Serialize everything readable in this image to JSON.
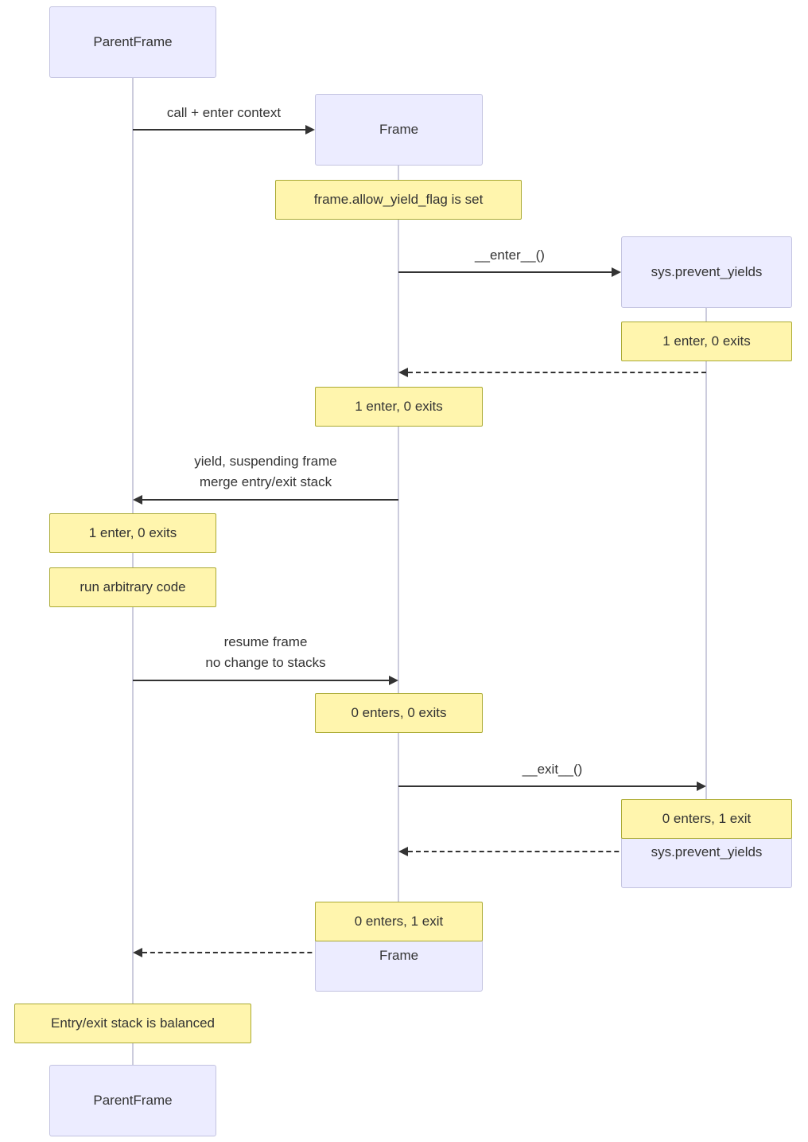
{
  "participants": {
    "parent_top": "ParentFrame",
    "frame_top": "Frame",
    "sys_top": "sys.prevent_yields",
    "sys_bottom": "sys.prevent_yields",
    "frame_bottom": "Frame",
    "parent_bottom": "ParentFrame"
  },
  "messages": {
    "call_enter_context": "call + enter context",
    "enter_call": "__enter__()",
    "yield_line1": "yield, suspending frame",
    "yield_line2": "merge entry/exit stack",
    "resume_line1": "resume frame",
    "resume_line2": "no change to stacks",
    "exit_call": "__exit__()"
  },
  "notes": {
    "flag_set": "frame.allow_yield_flag is set",
    "sys_enter_count": "1 enter, 0 exits",
    "frame_enter_count": "1 enter, 0 exits",
    "parent_enter_count": "1 enter, 0 exits",
    "run_arbitrary_code": "run arbitrary code",
    "frame_resume_count": "0 enters, 0 exits",
    "sys_exit_count": "0 enters, 1 exit",
    "frame_exit_count": "0 enters, 1 exit",
    "stack_balanced": "Entry/exit stack is balanced"
  },
  "colors": {
    "participant_fill": "#ECECFF",
    "participant_border": "#C3C3E0",
    "note_fill": "#FFF5AD",
    "note_border": "#AAAA33",
    "arrow": "#333333",
    "lifeline": "#CCCCDD",
    "text": "#333333"
  }
}
